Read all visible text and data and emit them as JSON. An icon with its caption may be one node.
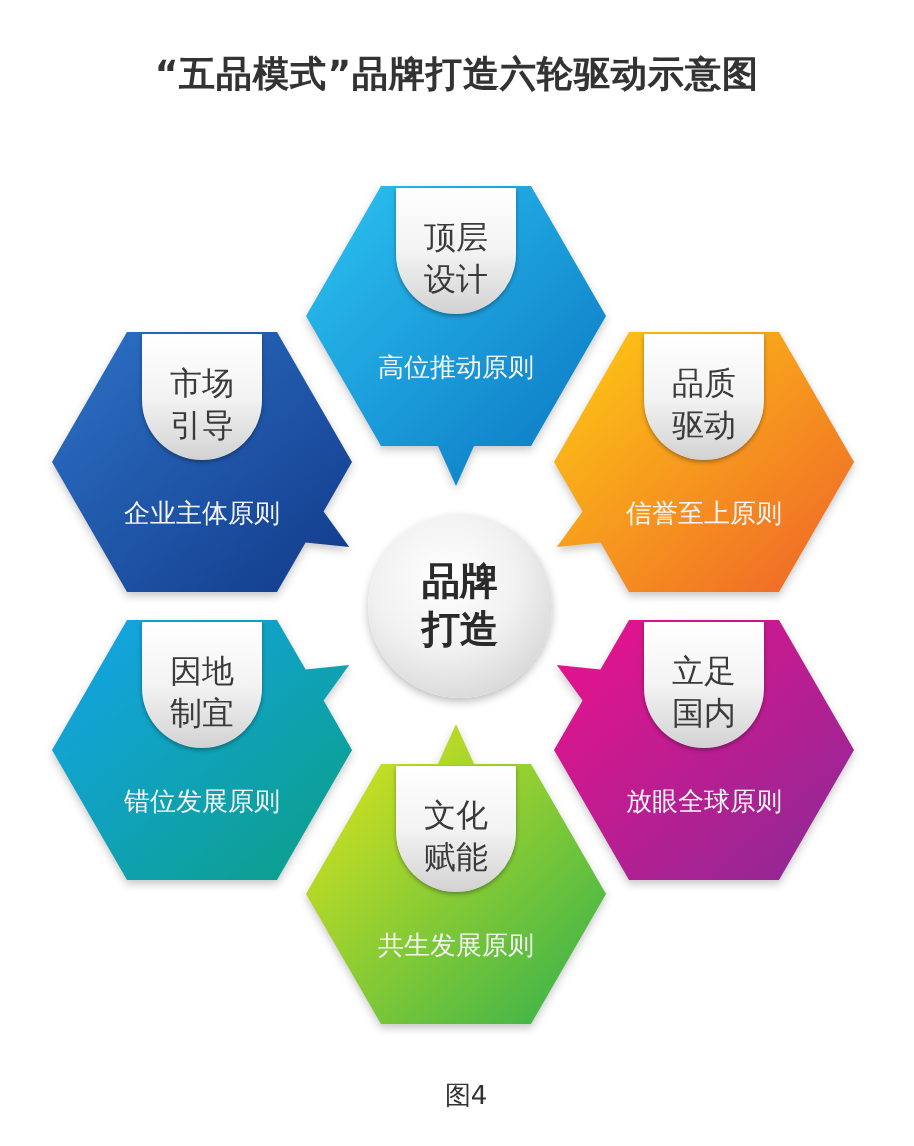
{
  "diagram": {
    "title": "“五品模式”品牌打造六轮驱动示意图",
    "nodes": [
      {
        "text": [
          "高位推动原则"
        ]
      },
      {
        "text": [
          "顶层设计"
        ],
        "in": 0
      },
      {
        "text": [
          "企业主体原则"
        ]
      },
      {
        "text": [
          "市场引导"
        ],
        "in": 2
      },
      {
        "text": [
          "信誉至上原则"
        ]
      },
      {
        "text": [
          "品质驱动"
        ],
        "in": 4
      },
      {
        "text": [
          "品牌打造"
        ]
      },
      {
        "text": [
          "错位发展原则"
        ]
      },
      {
        "text": [
          "因地制宜"
        ],
        "in": 7
      },
      {
        "text": [
          "放眼全球原则"
        ]
      },
      {
        "text": [
          "立足国内"
        ],
        "in": 9
      },
      {
        "text": [
          "共生发展原则"
        ]
      },
      {
        "text": [
          "文化赋能"
        ],
        "in": 11
      }
    ],
    "caption": "图4"
  }
}
